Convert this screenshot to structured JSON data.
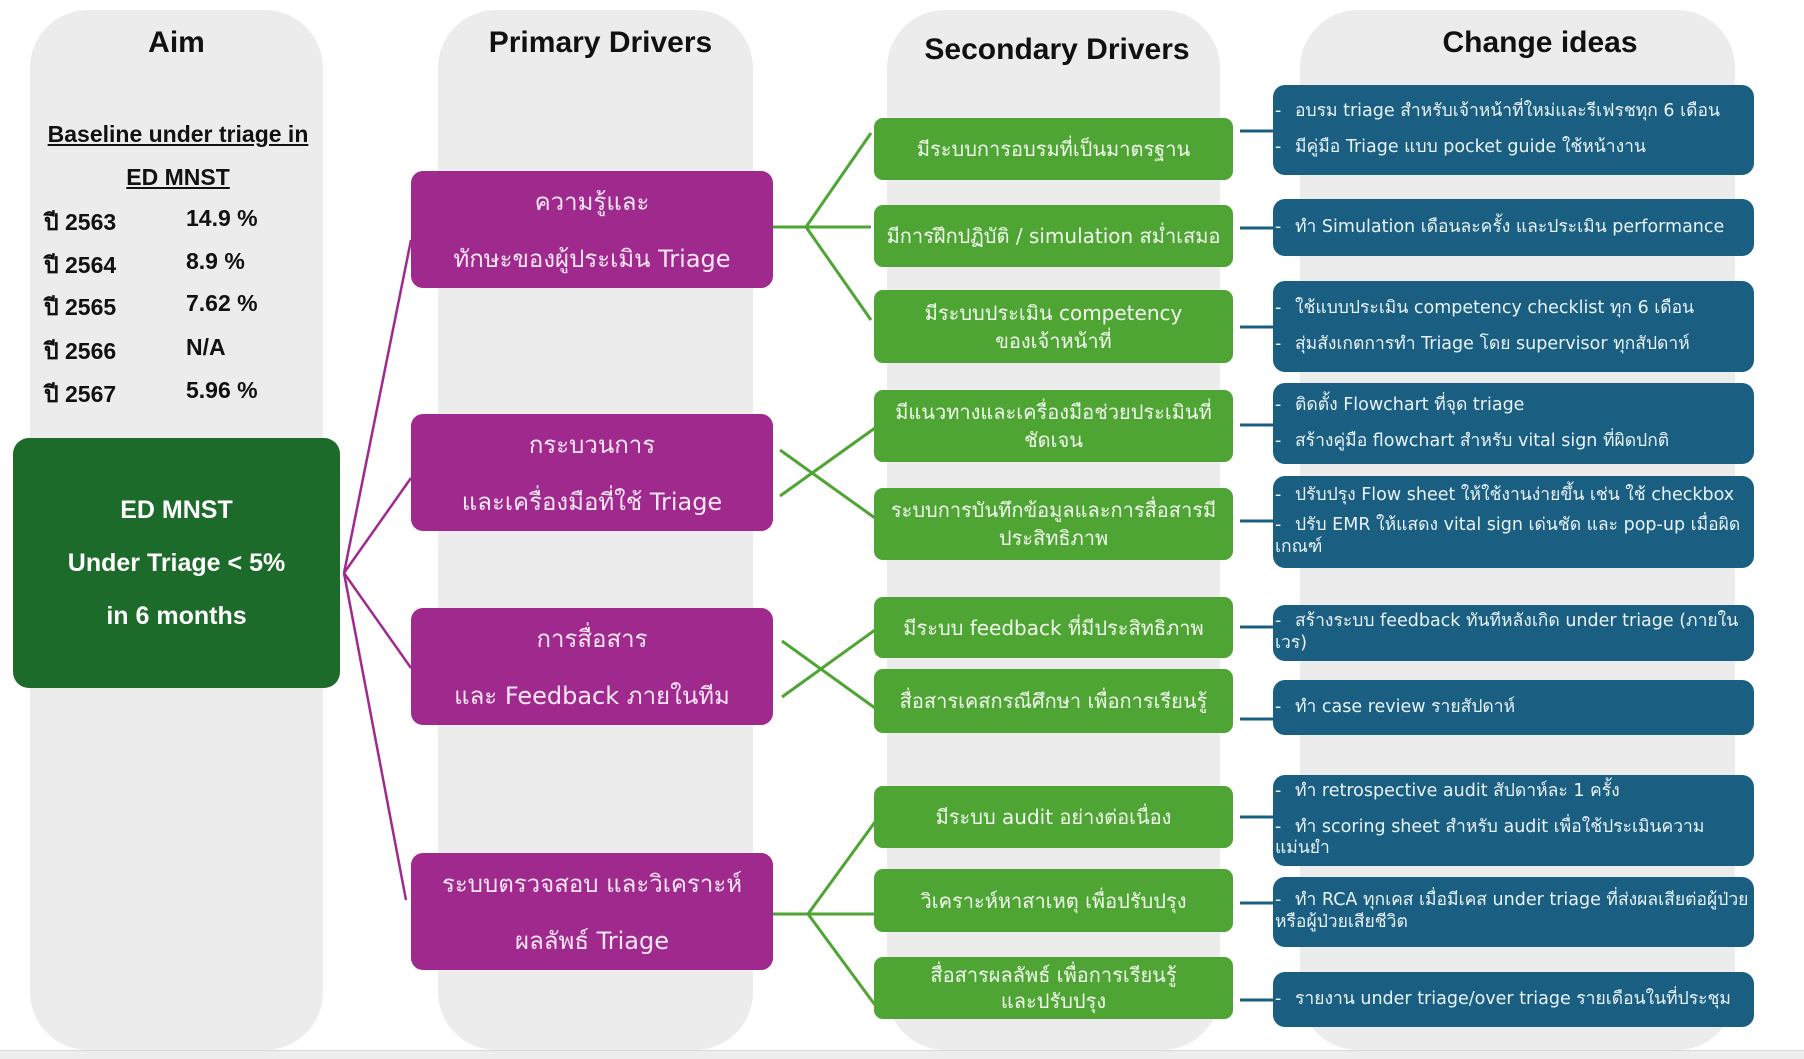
{
  "columns": {
    "aim": "Aim",
    "primary": "Primary Drivers",
    "secondary": "Secondary Drivers",
    "change": "Change ideas"
  },
  "baseline": {
    "heading_line1": "Baseline under triage in",
    "heading_line2": "ED MNST",
    "rows": [
      {
        "year": "ปี 2563",
        "value": "14.9 %"
      },
      {
        "year": "ปี 2564",
        "value": "8.9 %"
      },
      {
        "year": "ปี 2565",
        "value": "7.62 %"
      },
      {
        "year": "ปี 2566",
        "value": "N/A"
      },
      {
        "year": "ปี 2567",
        "value": "5.96 %"
      }
    ]
  },
  "aim": {
    "line1": "ED MNST",
    "line2": "Under Triage < 5%",
    "line3": "in 6 months"
  },
  "primary_drivers": [
    {
      "line1": "ความรู้และ",
      "line2": "ทักษะของผู้ประเมิน Triage"
    },
    {
      "line1": "กระบวนการ",
      "line2": "และเครื่องมือที่ใช้ Triage"
    },
    {
      "line1": "การสื่อสาร",
      "line2": "และ Feedback ภายในทีม"
    },
    {
      "line1": "ระบบตรวจสอบ และวิเคราะห์",
      "line2": "ผลลัพธ์ Triage"
    }
  ],
  "secondary_drivers": [
    {
      "text": "มีระบบการอบรมที่เป็นมาตรฐาน"
    },
    {
      "text": "มีการฝึกปฏิบัติ / simulation สม่ำเสมอ"
    },
    {
      "text": "มีระบบประเมิน competency ของเจ้าหน้าที่"
    },
    {
      "text": "มีแนวทางและเครื่องมือช่วยประเมินที่ชัดเจน"
    },
    {
      "text": "ระบบการบันทึกข้อมูลและการสื่อสารมีประสิทธิภาพ"
    },
    {
      "text": "มีระบบ feedback ที่มีประสิทธิภาพ"
    },
    {
      "text": "สื่อสารเคสกรณีศึกษา เพื่อการเรียนรู้"
    },
    {
      "text": "มีระบบ audit อย่างต่อเนื่อง"
    },
    {
      "text": "วิเคราะห์หาสาเหตุ เพื่อปรับปรุง"
    },
    {
      "text": "สื่อสารผลลัพธ์ เพื่อการเรียนรู้และปรับปรุง"
    }
  ],
  "change_ideas": [
    {
      "items": [
        "อบรม triage สำหรับเจ้าหน้าที่ใหม่และรีเฟรชทุก 6 เดือน",
        "มีคู่มือ Triage แบบ pocket guide ใช้หน้างาน"
      ]
    },
    {
      "items": [
        "ทำ Simulation เดือนละครั้ง และประเมิน performance"
      ]
    },
    {
      "items": [
        "ใช้แบบประเมิน competency checklist ทุก 6 เดือน",
        "สุ่มสังเกตการทำ Triage โดย supervisor ทุกสัปดาห์"
      ]
    },
    {
      "items": [
        "ติดตั้ง Flowchart ที่จุด triage",
        "สร้างคู่มือ flowchart สำหรับ vital sign ที่ผิดปกติ"
      ]
    },
    {
      "items": [
        "ปรับปรุง Flow sheet ให้ใช้งานง่ายขึ้น เช่น ใช้ checkbox",
        "ปรับ EMR ให้แสดง vital sign เด่นชัด และ pop-up เมื่อผิดเกณฑ์"
      ]
    },
    {
      "items": [
        "สร้างระบบ feedback ทันทีหลังเกิด under triage (ภายในเวร)"
      ]
    },
    {
      "items": [
        "ทำ case review รายสัปดาห์"
      ]
    },
    {
      "items": [
        "ทำ retrospective audit สัปดาห์ละ 1 ครั้ง",
        "ทำ scoring sheet สำหรับ audit เพื่อใช้ประเมินความแม่นยำ"
      ]
    },
    {
      "items": [
        "ทำ RCA ทุกเคส เมื่อมีเคส under triage ที่ส่งผลเสียต่อผู้ป่วยหรือผู้ป่วยเสียชีวิต"
      ]
    },
    {
      "items": [
        "รายงาน under triage/over triage รายเดือนในที่ประชุม"
      ]
    }
  ],
  "bullet": "-",
  "colors": {
    "aim_box": "#1c6b2a",
    "primary_box": "#a0298e",
    "secondary_box": "#4ea534",
    "change_box": "#1a5f82",
    "column_bg": "#ececec",
    "primary_link": "#a0298e",
    "secondary_link": "#4ea534",
    "change_link": "#1a5f82"
  }
}
